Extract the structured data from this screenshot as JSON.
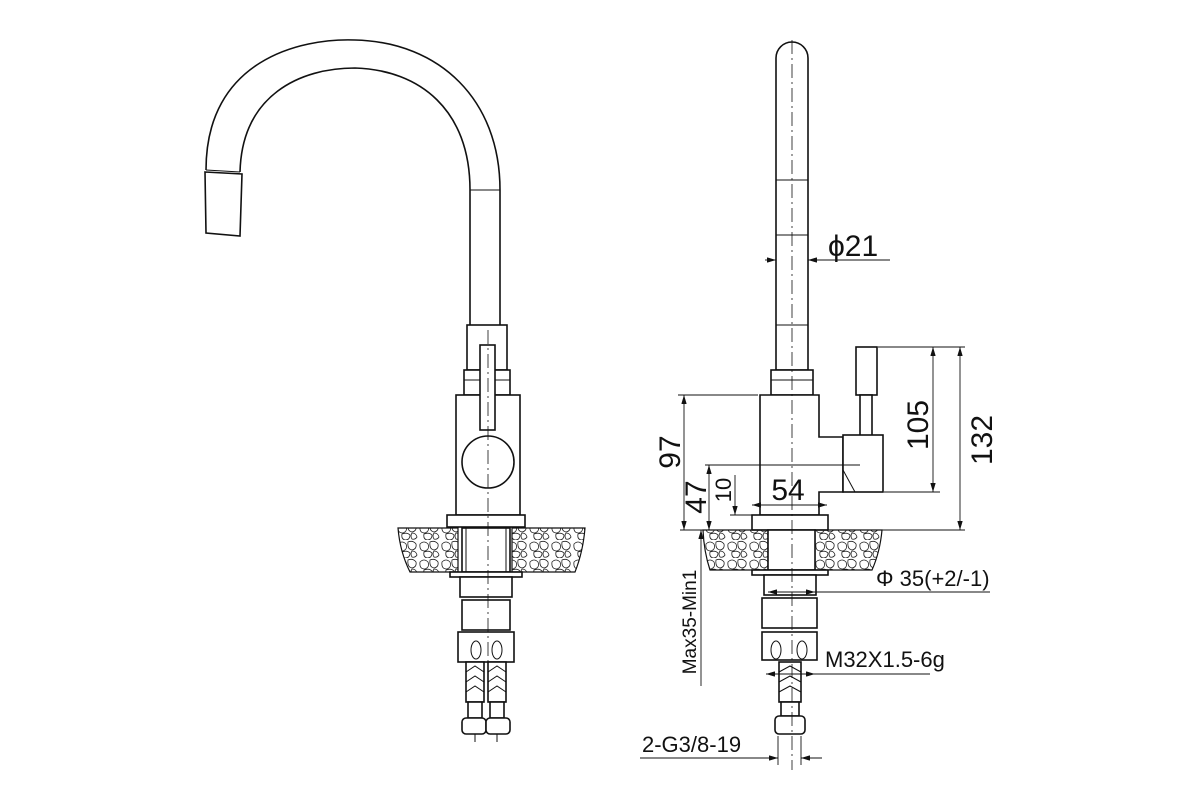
{
  "drawing": {
    "title": "Kitchen faucet dimension drawing",
    "dimensions": {
      "spout_diameter": "ϕ21",
      "handle_height": "105",
      "total_height": "132",
      "body_height": "97",
      "outlet_height": "47",
      "base_offset": "10",
      "body_width": "54",
      "hole_diameter": "Φ 35(+2/-1)",
      "counter_thickness": "Max35-Min1",
      "shank_thread": "M32X1.5-6g",
      "hose_connection": "2-G3/8-19"
    }
  }
}
